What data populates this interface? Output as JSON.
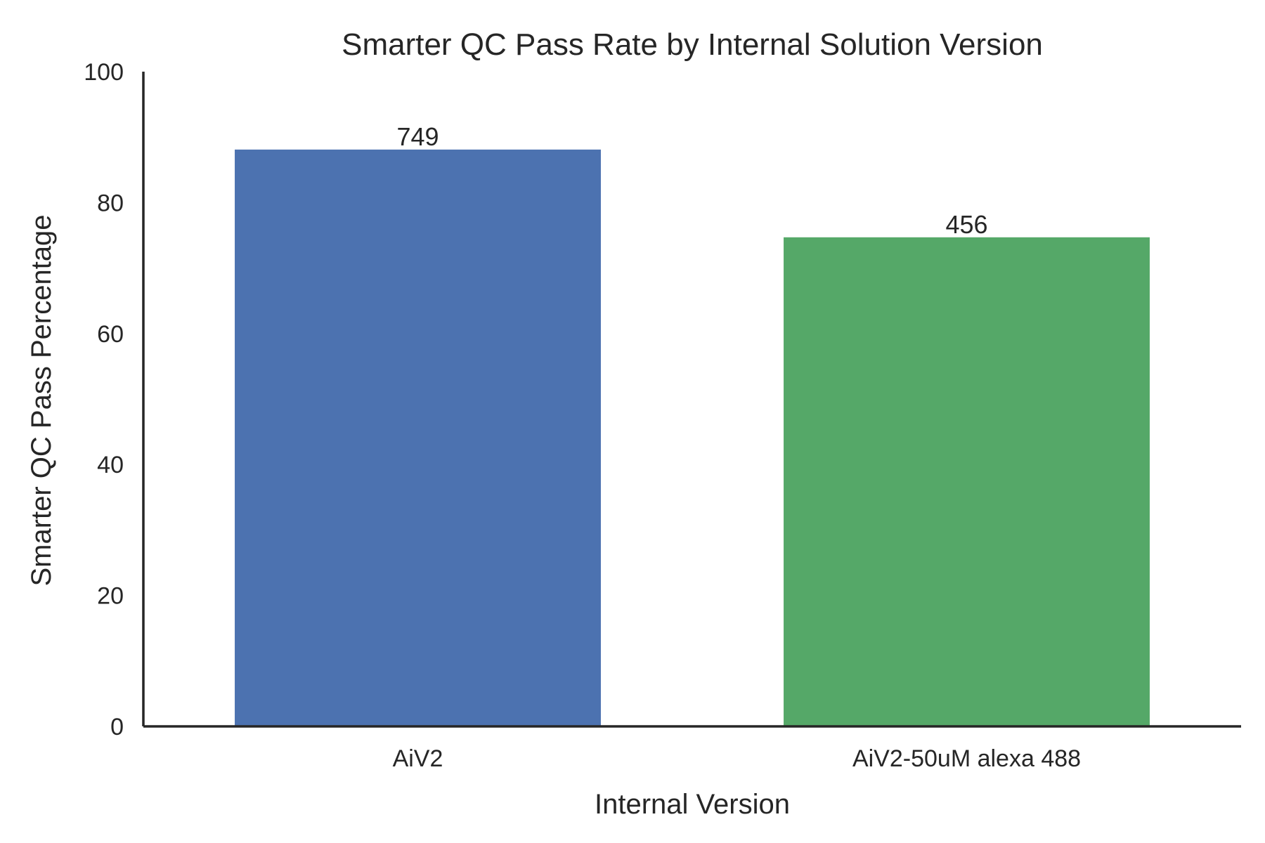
{
  "chart_data": {
    "type": "bar",
    "title": "Smarter QC Pass Rate by Internal Solution Version",
    "xlabel": "Internal Version",
    "ylabel": "Smarter QC Pass Percentage",
    "categories": [
      "AiV2",
      "AiV2-50uM alexa 488"
    ],
    "values": [
      88.1,
      74.7
    ],
    "bar_labels": [
      "749",
      "456"
    ],
    "colors": [
      "#4c72b0",
      "#55a868"
    ],
    "ylim": [
      0,
      100
    ],
    "yticks": [
      0,
      20,
      40,
      60,
      80,
      100
    ],
    "grid": false,
    "legend": "none"
  }
}
